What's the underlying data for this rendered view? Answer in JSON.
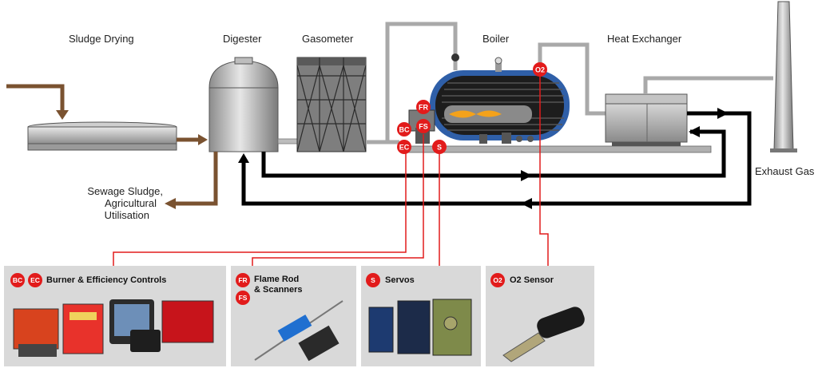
{
  "labels": {
    "sludge_drying": "Sludge Drying",
    "digester": "Digester",
    "gasometer": "Gasometer",
    "boiler": "Boiler",
    "heat_exchanger": "Heat Exchanger",
    "exhaust_gas": "Exhaust Gas",
    "sewage_line1": "Sewage Sludge,",
    "sewage_line2": "Agricultural",
    "sewage_line3": "Utilisation"
  },
  "pins": {
    "fr": "FR",
    "fs": "FS",
    "bc": "BC",
    "ec": "EC",
    "s": "S",
    "o2": "O2"
  },
  "panels": {
    "burner": {
      "badge1": "BC",
      "badge2": "EC",
      "title": "Burner & Efficiency Controls"
    },
    "flame": {
      "badge1": "FR",
      "badge2": "FS",
      "title_line1": "Flame Rod",
      "title_line2": "& Scanners"
    },
    "servos": {
      "badge1": "S",
      "title": "Servos"
    },
    "o2": {
      "badge1": "O2",
      "title": "O2 Sensor"
    }
  },
  "colors": {
    "accent_red": "#e21b1b",
    "sludge_brown": "#7a5230",
    "return_black": "#000000",
    "pipe_gray": "#a9a9a9",
    "panel_bg": "#d9d9d9",
    "boiler_blue": "#2f5fa8"
  }
}
